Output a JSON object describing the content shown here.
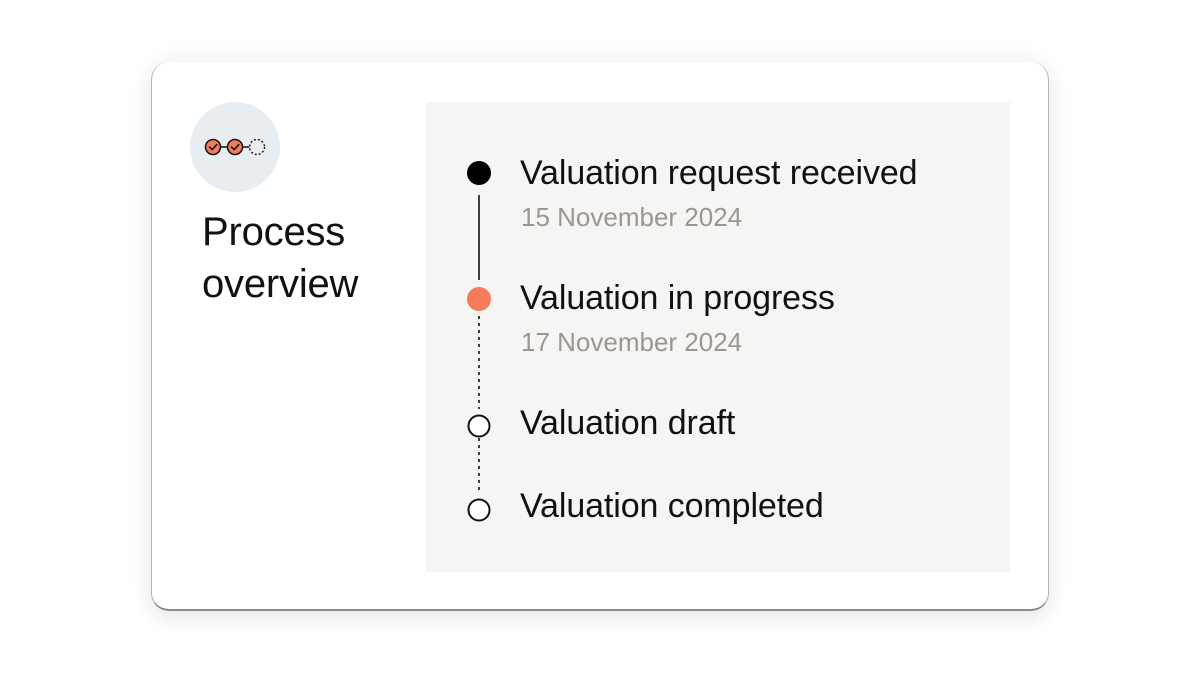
{
  "card": {
    "title": "Process overview",
    "icon": "progress-steps-icon"
  },
  "timeline": {
    "steps": [
      {
        "label": "Valuation request received",
        "date": "15 November 2024",
        "status": "completed"
      },
      {
        "label": "Valuation in progress",
        "date": "17 November 2024",
        "status": "current"
      },
      {
        "label": "Valuation draft",
        "date": "",
        "status": "pending"
      },
      {
        "label": "Valuation completed",
        "date": "",
        "status": "pending"
      }
    ]
  },
  "colors": {
    "accent": "#f47c5a",
    "completed_dot": "#000000",
    "panel_background": "#f6f5f3",
    "icon_background": "#e8edf2",
    "date_text": "#9a9793"
  }
}
